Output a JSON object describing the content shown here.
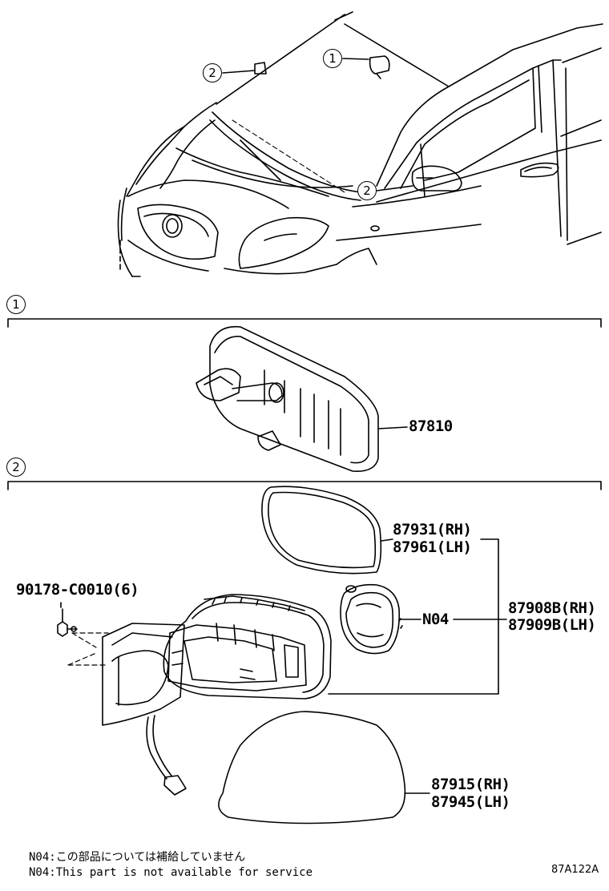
{
  "callouts": {
    "one": "1",
    "two": "2"
  },
  "sections": [
    {
      "number": "1"
    },
    {
      "number": "2"
    }
  ],
  "parts": {
    "inner_mirror": "87810",
    "mirror_glass_rh": "87931(RH)",
    "mirror_glass_lh": "87961(LH)",
    "screw": "90178-C0010(6)",
    "motor": "N04",
    "mirror_assy_rh": "87908B(RH)",
    "mirror_assy_lh": "87909B(LH)",
    "cover_rh": "87915(RH)",
    "cover_lh": "87945(LH)"
  },
  "notes": {
    "jp": "N04:この部品については補給していません",
    "en": "N04:This part is not available for service"
  },
  "diagram_code": "87A122A"
}
